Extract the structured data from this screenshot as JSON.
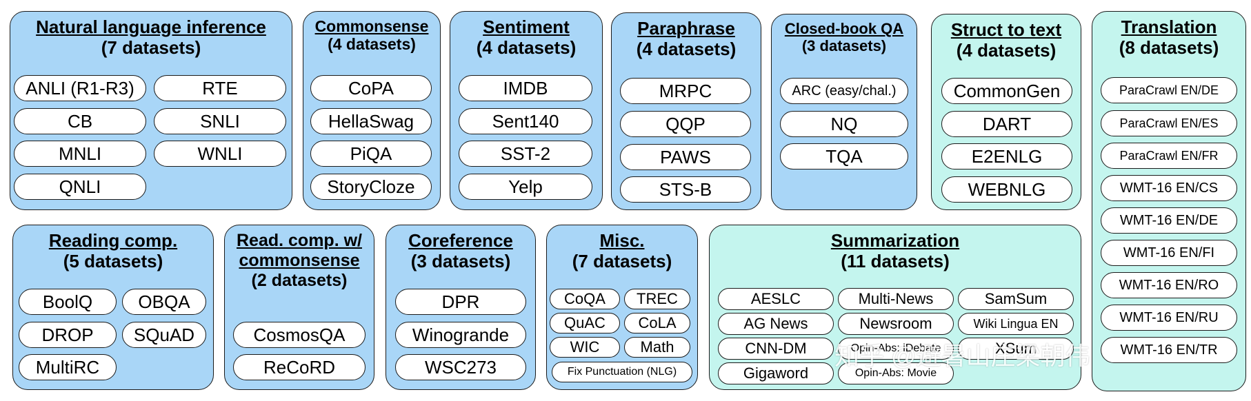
{
  "nli": {
    "title": "Natural language inference",
    "count": "(7 datasets)",
    "items": [
      "ANLI (R1-R3)",
      "RTE",
      "CB",
      "SNLI",
      "MNLI",
      "WNLI",
      "QNLI"
    ]
  },
  "commonsense": {
    "title": "Commonsense",
    "count": "(4 datasets)",
    "items": [
      "CoPA",
      "HellaSwag",
      "PiQA",
      "StoryCloze"
    ]
  },
  "sentiment": {
    "title": "Sentiment",
    "count": "(4 datasets)",
    "items": [
      "IMDB",
      "Sent140",
      "SST-2",
      "Yelp"
    ]
  },
  "paraphrase": {
    "title": "Paraphrase",
    "count": "(4 datasets)",
    "items": [
      "MRPC",
      "QQP",
      "PAWS",
      "STS-B"
    ]
  },
  "closedbook": {
    "title": "Closed-book QA",
    "count": "(3 datasets)",
    "items": [
      "ARC (easy/chal.)",
      "NQ",
      "TQA"
    ]
  },
  "struct": {
    "title": "Struct to text",
    "count": "(4 datasets)",
    "items": [
      "CommonGen",
      "DART",
      "E2ENLG",
      "WEBNLG"
    ]
  },
  "translation": {
    "title": "Translation",
    "count": "(8 datasets)",
    "items": [
      "ParaCrawl EN/DE",
      "ParaCrawl EN/ES",
      "ParaCrawl EN/FR",
      "WMT-16 EN/CS",
      "WMT-16 EN/DE",
      "WMT-16 EN/FI",
      "WMT-16 EN/RO",
      "WMT-16 EN/RU",
      "WMT-16 EN/TR"
    ]
  },
  "reading": {
    "title": "Reading comp.",
    "count": "(5 datasets)",
    "items": [
      "BoolQ",
      "OBQA",
      "DROP",
      "SQuAD",
      "MultiRC"
    ]
  },
  "readcs": {
    "title1": "Read. comp. w/",
    "title2": "commonsense",
    "count": "(2 datasets)",
    "items": [
      "CosmosQA",
      "ReCoRD"
    ]
  },
  "coref": {
    "title": "Coreference",
    "count": "(3 datasets)",
    "items": [
      "DPR",
      "Winogrande",
      "WSC273"
    ]
  },
  "misc": {
    "title": "Misc.",
    "count": "(7 datasets)",
    "items": [
      "CoQA",
      "TREC",
      "QuAC",
      "CoLA",
      "WIC",
      "Math",
      "Fix Punctuation (NLG)"
    ]
  },
  "summ": {
    "title": "Summarization",
    "count": "(11 datasets)",
    "items": [
      "AESLC",
      "Multi-News",
      "SamSum",
      "AG News",
      "Newsroom",
      "Wiki Lingua EN",
      "CNN-DM",
      "Opin-Abs: iDebate",
      "XSum",
      "Gigaword",
      "Opin-Abs: Movie"
    ]
  },
  "watermark": "知乎 @避暑山庄梁朝伟",
  "colors": {
    "blue": "#a9d6f7",
    "teal": "#c4f5ee",
    "pill": "#ffffff",
    "border": "#1a1a1a"
  }
}
